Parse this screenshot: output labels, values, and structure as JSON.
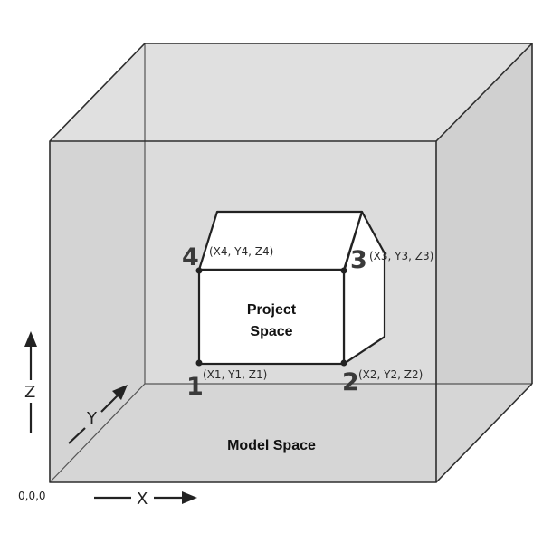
{
  "diagram": {
    "model_space_label": "Model Space",
    "project_space_label_line1": "Project",
    "project_space_label_line2": "Space",
    "origin_label": "0,0,0",
    "axes": {
      "x": "X",
      "y": "Y",
      "z": "Z"
    },
    "points": [
      {
        "number": "1",
        "coord": "(X1, Y1, Z1)"
      },
      {
        "number": "2",
        "coord": "(X2, Y2, Z2)"
      },
      {
        "number": "3",
        "coord": "(X3, Y3, Z3)"
      },
      {
        "number": "4",
        "coord": "(X4, Y4, Z4)"
      }
    ]
  },
  "colors": {
    "model_face": "#d9d9d9",
    "model_side": "#cfcfcf",
    "edge": "#2e2e2e",
    "house_fill": "#ffffff",
    "house_stroke": "#222222"
  }
}
